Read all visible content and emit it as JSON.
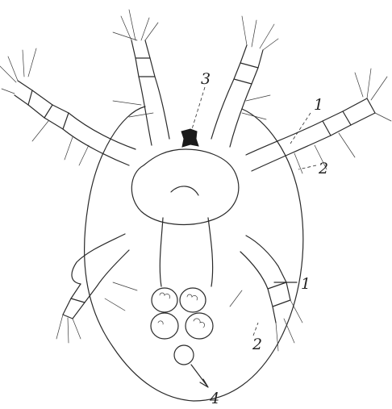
{
  "figure": {
    "labels": [
      {
        "id": "label-3",
        "text": "3"
      },
      {
        "id": "label-1-upper",
        "text": "1"
      },
      {
        "id": "label-2-upper",
        "text": "2"
      },
      {
        "id": "label-1-lower",
        "text": "1"
      },
      {
        "id": "label-2-lower",
        "text": "2"
      },
      {
        "id": "label-4",
        "text": "4"
      }
    ]
  }
}
